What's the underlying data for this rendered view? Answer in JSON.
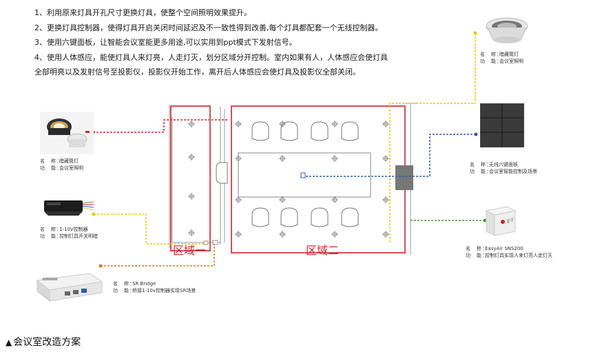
{
  "notes": [
    "1、利用原来灯具开孔尺寸更换灯具，使整个空间照明效果提升。",
    "2、更换灯具控制器，使得灯具开启关闭时间延迟及不一致性得到改善,每个灯具都配套一个无线控制器。",
    "3、使用六键面板，让智能会议室能更多用途,可以实用到ppt模式下发射信号。",
    "4、使用人体感应，能使灯具人来灯亮，人走灯灭，划分区域分开控制。室内如果有人，人体感应会使灯具",
    "全部明亮以及发射信号至投影仪，投影仪开始工作，离开后人体感应会使灯具及投影仪全部关闭。"
  ],
  "zones": {
    "zone1": "区域一",
    "zone2": "区域二"
  },
  "devices": {
    "downlight_left": {
      "name_key": "名　称：",
      "name": "暗藏筒灯",
      "func_key": "功　能：",
      "func": "会议室照明"
    },
    "driver_1_10v": {
      "name_key": "名　称：",
      "name": "1-10V控制器",
      "func_key": "功　能：",
      "func": "控制灯具开关明暗"
    },
    "sr_bridge": {
      "name_key": "名　称：",
      "name": "SR Bridge",
      "func_key": "功　能：",
      "func": "桥接1-10v控制器实现SR场景"
    },
    "downlight_right": {
      "name_key": "名　称：",
      "name": "暗藏筒灯",
      "func_key": "功　能：",
      "func": "会议室照明"
    },
    "six_key_panel": {
      "name_key": "名　称：",
      "name": "无线六键面板",
      "func_key": "功　能：",
      "func": "会议室智能控制及场景"
    },
    "easyair": {
      "name_key": "名　称：",
      "name": "EasyAir SNS200",
      "func_key": "功　能：",
      "func": "控制灯具实现人来灯亮人走灯灭"
    }
  },
  "colors": {
    "zone_border": "#c8262c",
    "wire_red": "#d42a2a",
    "wire_yellow": "#e8c51a",
    "wire_orange": "#e07a1f",
    "wire_blue": "#2d5ea8",
    "wire_green": "#4a9a3a"
  },
  "caption": {
    "marker": "▲",
    "text": "会议室改造方案"
  }
}
